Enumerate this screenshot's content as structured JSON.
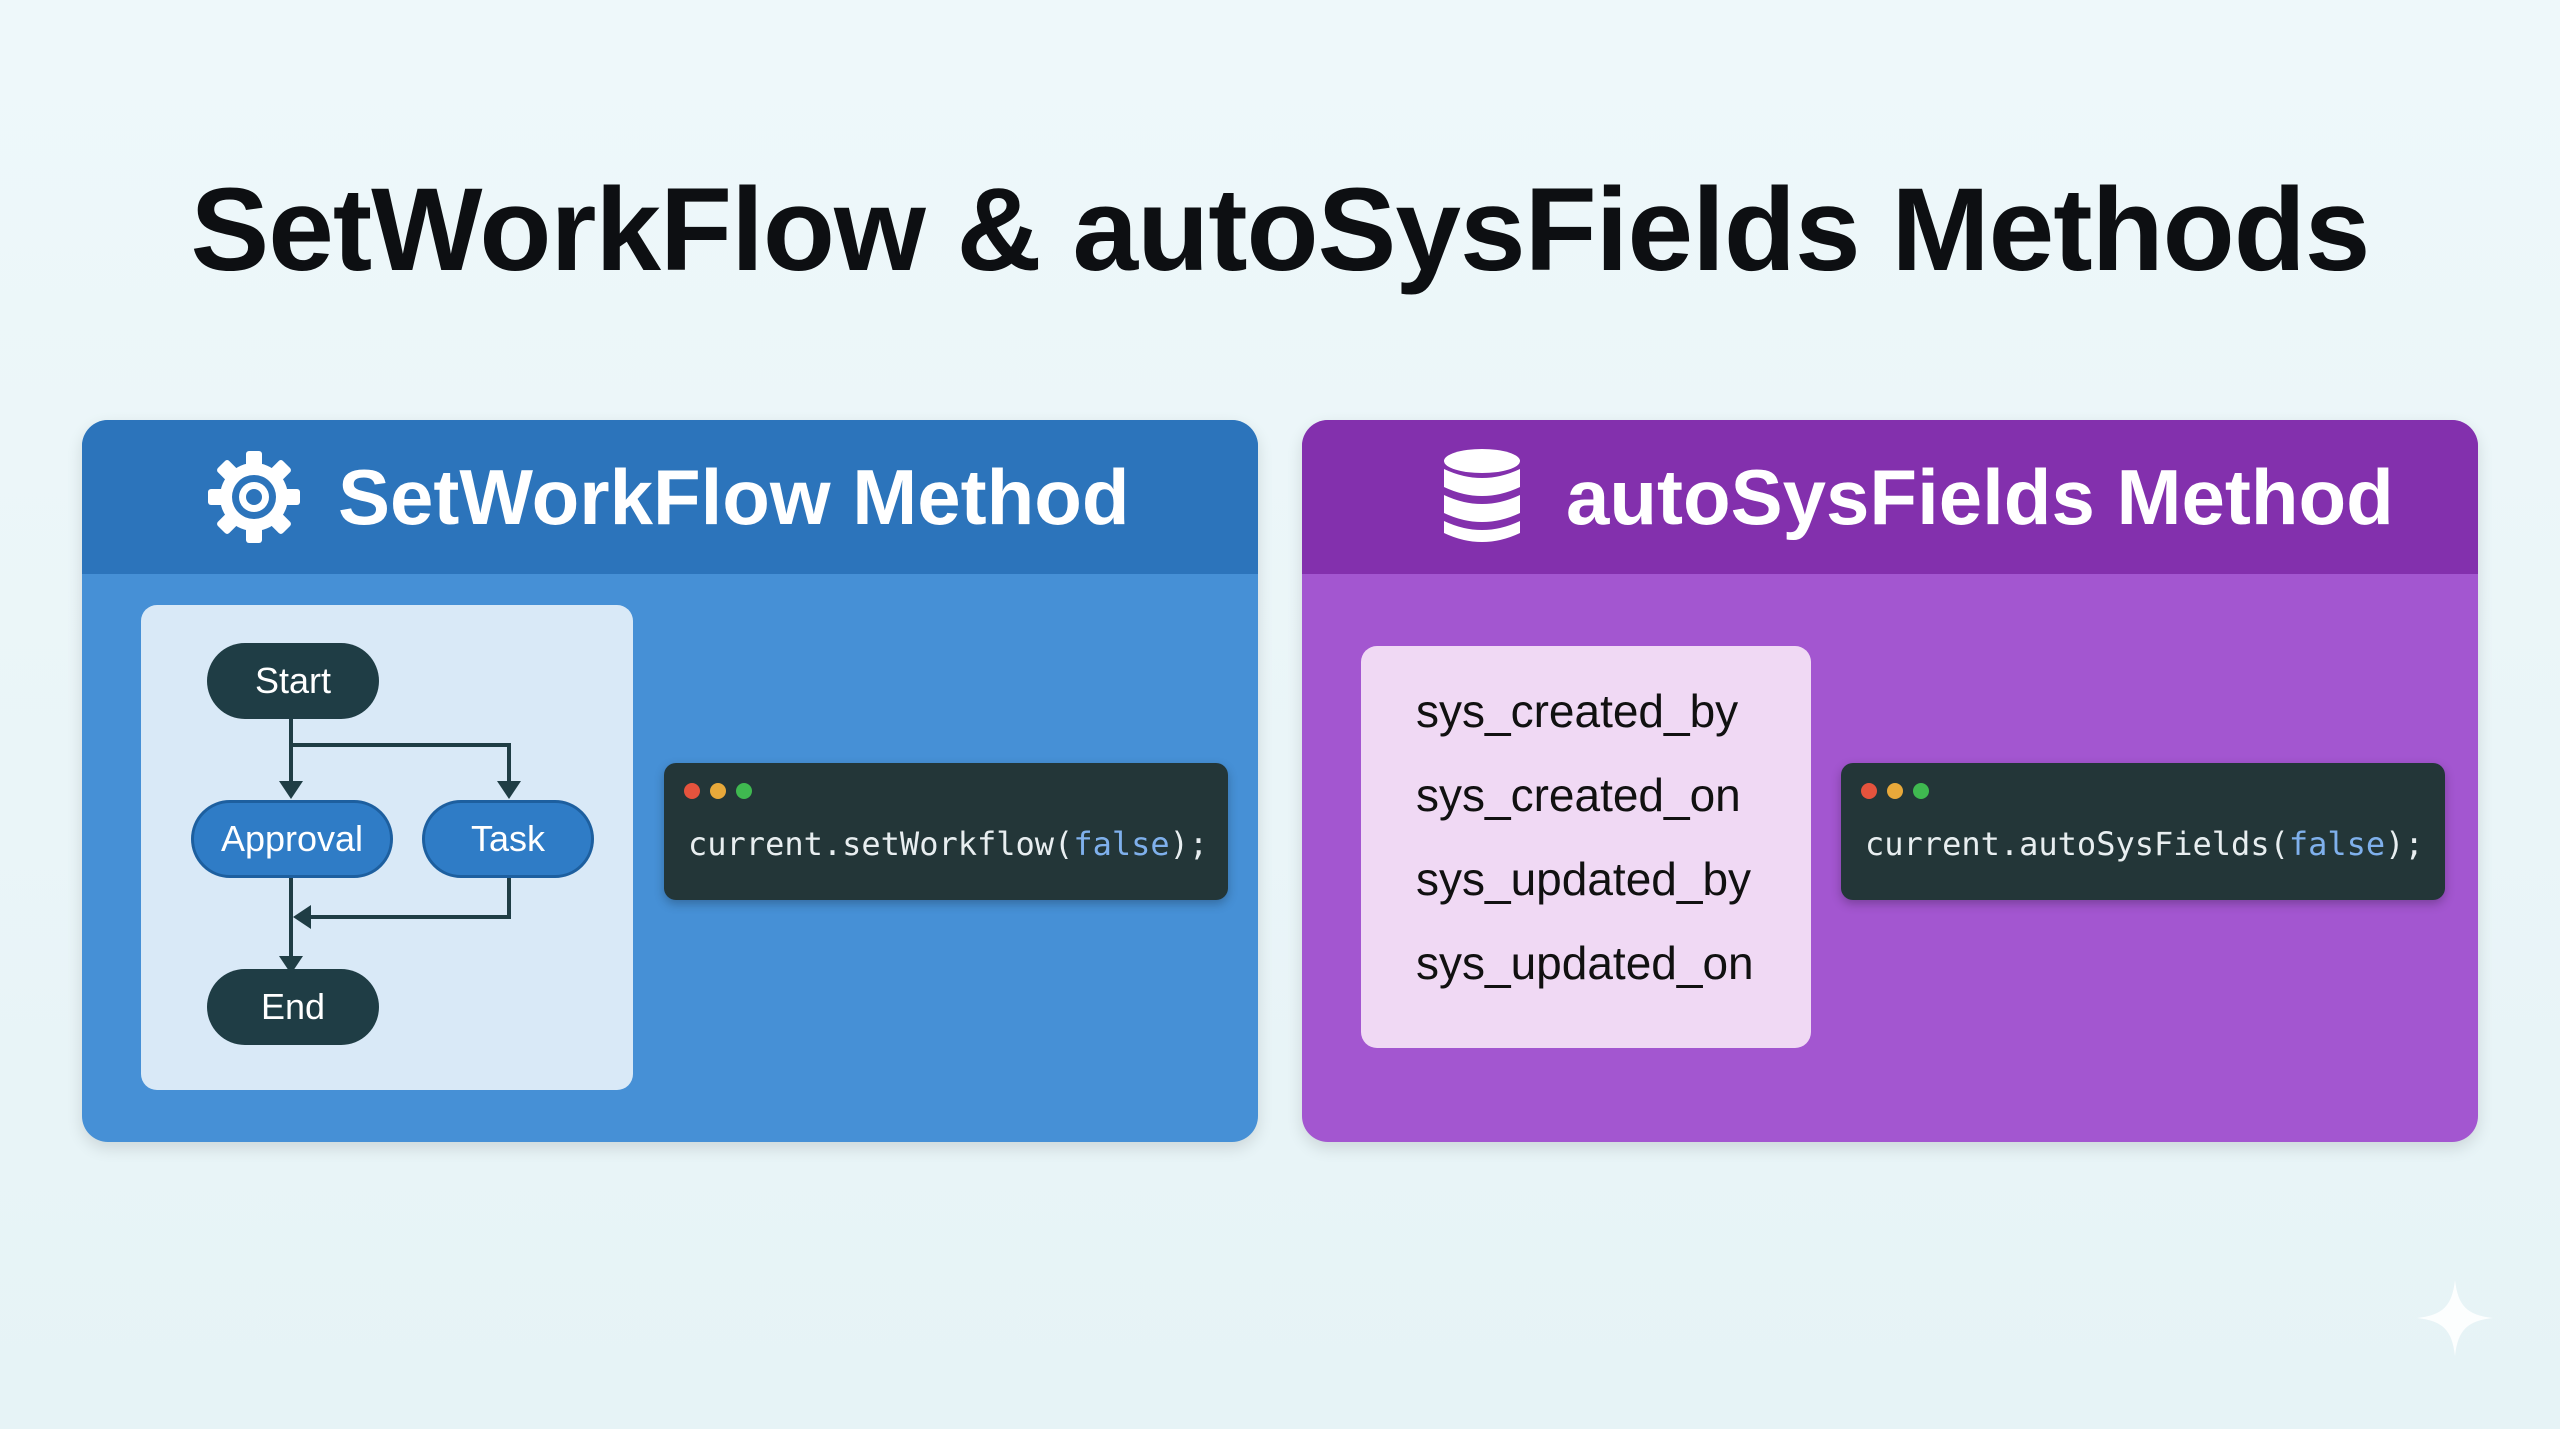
{
  "title": "SetWorkFlow & autoSysFields Methods",
  "left_panel": {
    "title": "SetWorkFlow Method",
    "icon": "gear-icon",
    "flow_nodes": {
      "start": "Start",
      "approval": "Approval",
      "task": "Task",
      "end": "End"
    },
    "code": {
      "prefix": "current.setWorkflow(",
      "arg": "false",
      "suffix": ");"
    }
  },
  "right_panel": {
    "title": "autoSysFields Method",
    "icon": "database-icon",
    "fields": [
      "sys_created_by",
      "sys_created_on",
      "sys_updated_by",
      "sys_updated_on"
    ],
    "code": {
      "prefix": "current.autoSysFields(",
      "arg": "false",
      "suffix": ");"
    }
  },
  "colors": {
    "left_panel": "#4690d6",
    "left_header": "#2c74bb",
    "right_panel": "#a356d0",
    "right_header": "#8330ad",
    "code_bg": "#233638",
    "dot_red": "#e5533d",
    "dot_yellow": "#e8a93a",
    "dot_green": "#3fb950"
  }
}
